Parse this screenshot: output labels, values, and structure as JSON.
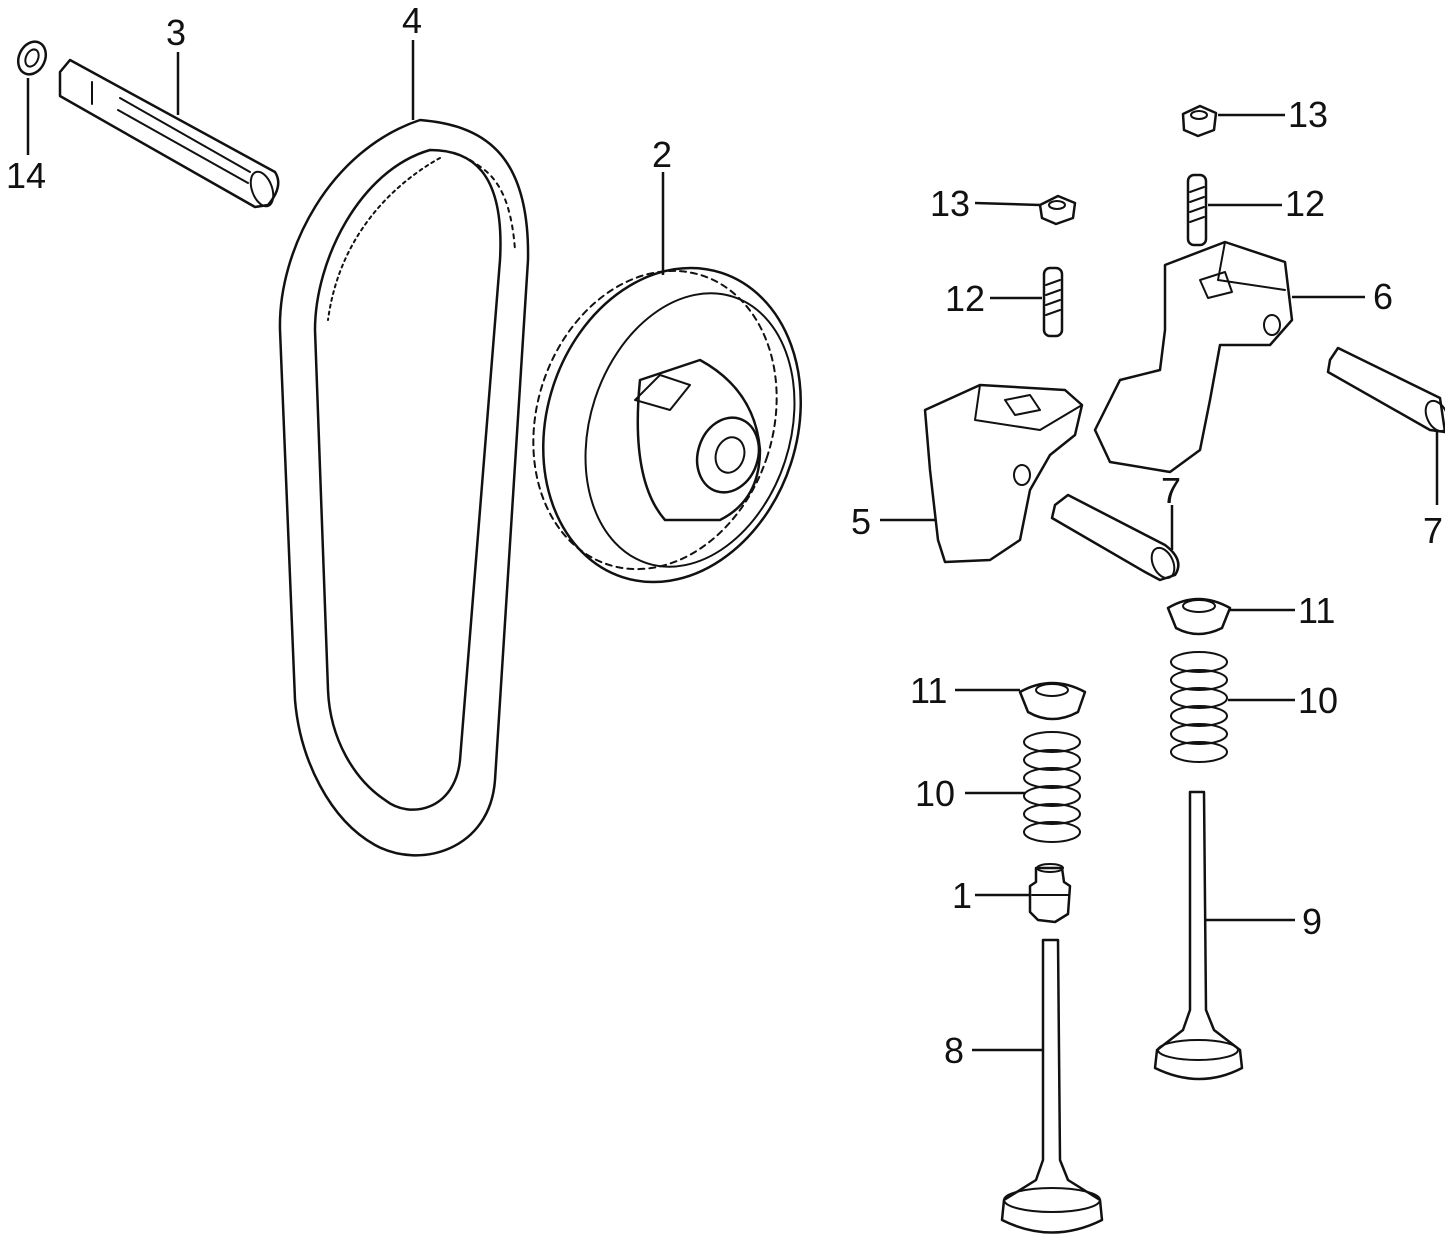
{
  "callouts": {
    "c1": "1",
    "c2": "2",
    "c3": "3",
    "c4": "4",
    "c5": "5",
    "c6": "6",
    "c7a": "7",
    "c7b": "7",
    "c8": "8",
    "c9": "9",
    "c10a": "10",
    "c10b": "10",
    "c11a": "11",
    "c11b": "11",
    "c12a": "12",
    "c12b": "12",
    "c13a": "13",
    "c13b": "13",
    "c14": "14"
  }
}
